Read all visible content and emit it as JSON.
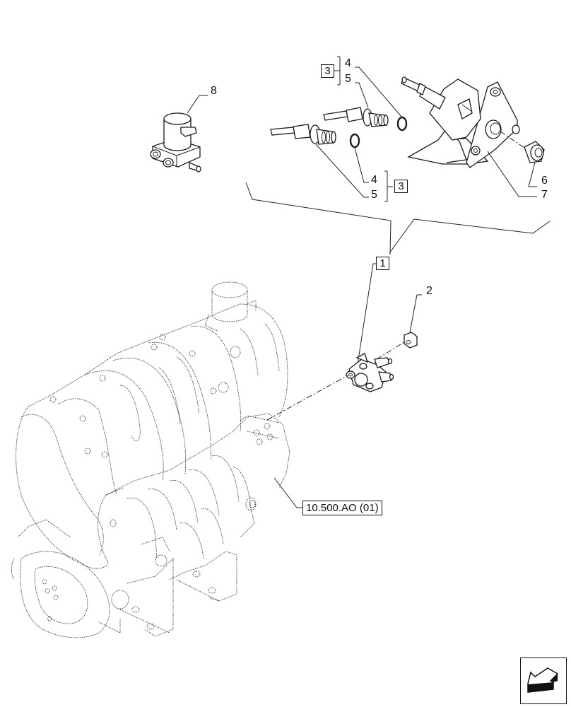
{
  "diagram": {
    "type": "exploded-parts-view",
    "callouts": [
      {
        "id": "1",
        "text": "1",
        "boxed": true
      },
      {
        "id": "2",
        "text": "2",
        "boxed": false
      },
      {
        "id": "3a",
        "text": "3",
        "boxed": true
      },
      {
        "id": "3b",
        "text": "3",
        "boxed": true
      },
      {
        "id": "4a",
        "text": "4",
        "boxed": false
      },
      {
        "id": "5a",
        "text": "5",
        "boxed": false
      },
      {
        "id": "4b",
        "text": "4",
        "boxed": false
      },
      {
        "id": "5b",
        "text": "5",
        "boxed": false
      },
      {
        "id": "6",
        "text": "6",
        "boxed": false
      },
      {
        "id": "7",
        "text": "7",
        "boxed": false
      },
      {
        "id": "8",
        "text": "8",
        "boxed": false
      }
    ],
    "reference": {
      "text": "10.500.AO (01)"
    },
    "navigation": {
      "icon": "previous-page-arrow-icon"
    },
    "parts": [
      {
        "name": "valve-assembly",
        "callout": "8"
      },
      {
        "name": "connector-fitting",
        "callout": "5"
      },
      {
        "name": "o-ring",
        "callout": "4"
      },
      {
        "name": "sensor-bracket-assembly",
        "callout": "7"
      },
      {
        "name": "cap",
        "callout": "6"
      },
      {
        "name": "nut",
        "callout": "2"
      },
      {
        "name": "doser-module",
        "callout": "1"
      },
      {
        "name": "exhaust-aftertreatment-engine",
        "callout": "10.500.AO (01)"
      }
    ]
  }
}
